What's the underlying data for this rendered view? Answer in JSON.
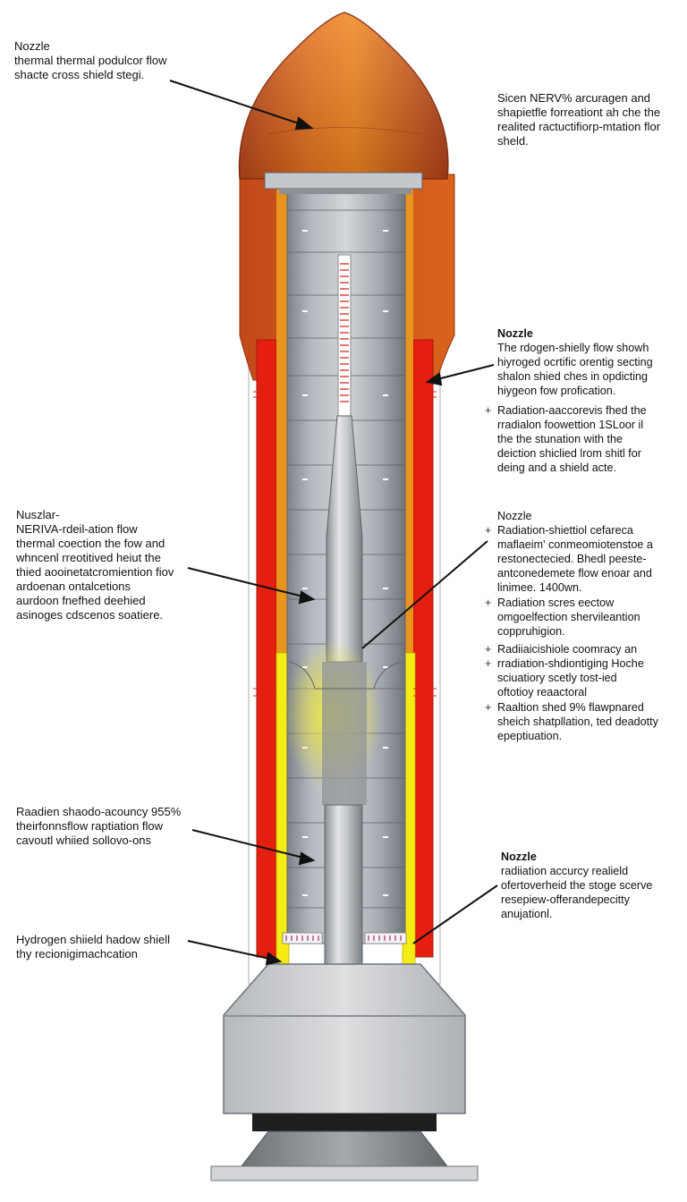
{
  "colors": {
    "nose": "#e0701c",
    "nose_dark": "#b4431a",
    "shield_red": "#e8200e",
    "shield_yellow": "#f4ec14",
    "steel": "#9ea3aa",
    "base": "#c9ccd0",
    "base_dark": "#1e1e1e",
    "core_glow": "#f1e93a"
  },
  "labels": {
    "top_left": {
      "head": "Nozzle",
      "lines": [
        "thermal thermal podulcor flow",
        "shacte cross shield stegi."
      ]
    },
    "top_right": {
      "lines": [
        "Sicen NERV% arcuragen and",
        "shapietfle forreationt ah che the",
        "realited ractuctifiorp-mtation flor",
        "sheld."
      ]
    },
    "right_1": {
      "head": "Nozzle",
      "lines": [
        "The rdogen-shielly flow showh",
        "hiyroged ocrtific orentig secting",
        "shalon shied ches in opdicting",
        "hiygeon fow profication."
      ]
    },
    "right_1_bullet": {
      "lines": [
        "Radiation-aaccorevis fhed the",
        "rradialon foowettion 1SLoor il",
        "the the stunation with the",
        "deiction shiclied lrom shitl for",
        "deing and a shield acte."
      ]
    },
    "right_2": {
      "head": "Nozzle",
      "bullets": [
        {
          "lines": [
            "Radiation-shiettiol cefareca",
            "maflaeim' conmeomiotenstoe a",
            "restonectecied. Bhedl peeste-",
            "antconedemete flow enoar and",
            "linimee. 1400wn."
          ]
        },
        {
          "lines": [
            "Radiation scres eectow",
            "omgoelfection shervileantion",
            "coppruhigion."
          ]
        },
        {
          "lines": [
            "Radiiaicishiole coomracy an"
          ]
        },
        {
          "lines": [
            "rradiation-shdiontiging Hoche",
            "sciuatiory scetly tost-ied",
            "oftotioy reaactoral"
          ]
        },
        {
          "lines": [
            "Raaltion shed 9% flawpnared",
            "sheich shatpllation, ted deadotty",
            "epeptiuation."
          ]
        }
      ]
    },
    "left_1": {
      "lines": [
        "Nuszlar-",
        "NERIVA-rdeil-ation flow",
        "thermal coection the fow and",
        "whncenl rreotitived heiut the",
        "thied aooinetatcromiention fiov",
        "ardoenan ontalcetions",
        "aurdoon fnefhed deehied",
        "asinoges cdscenos soatiere."
      ]
    },
    "left_2": {
      "lines": [
        "Raadien shaodo-acouncy 955%",
        "theirfonnsflow raptiation flow",
        "cavoutl whiied sollovo-ons"
      ]
    },
    "left_3": {
      "lines": [
        "Hydrogen shiield hadow shiell",
        "thy recionigimachcation"
      ]
    },
    "right_3": {
      "head": "Nozzle",
      "lines": [
        "radiiation accurcy realield",
        "ofertoverheid the stoge scerve",
        "resepiew-offerandepecitty",
        "anujationl."
      ]
    }
  }
}
